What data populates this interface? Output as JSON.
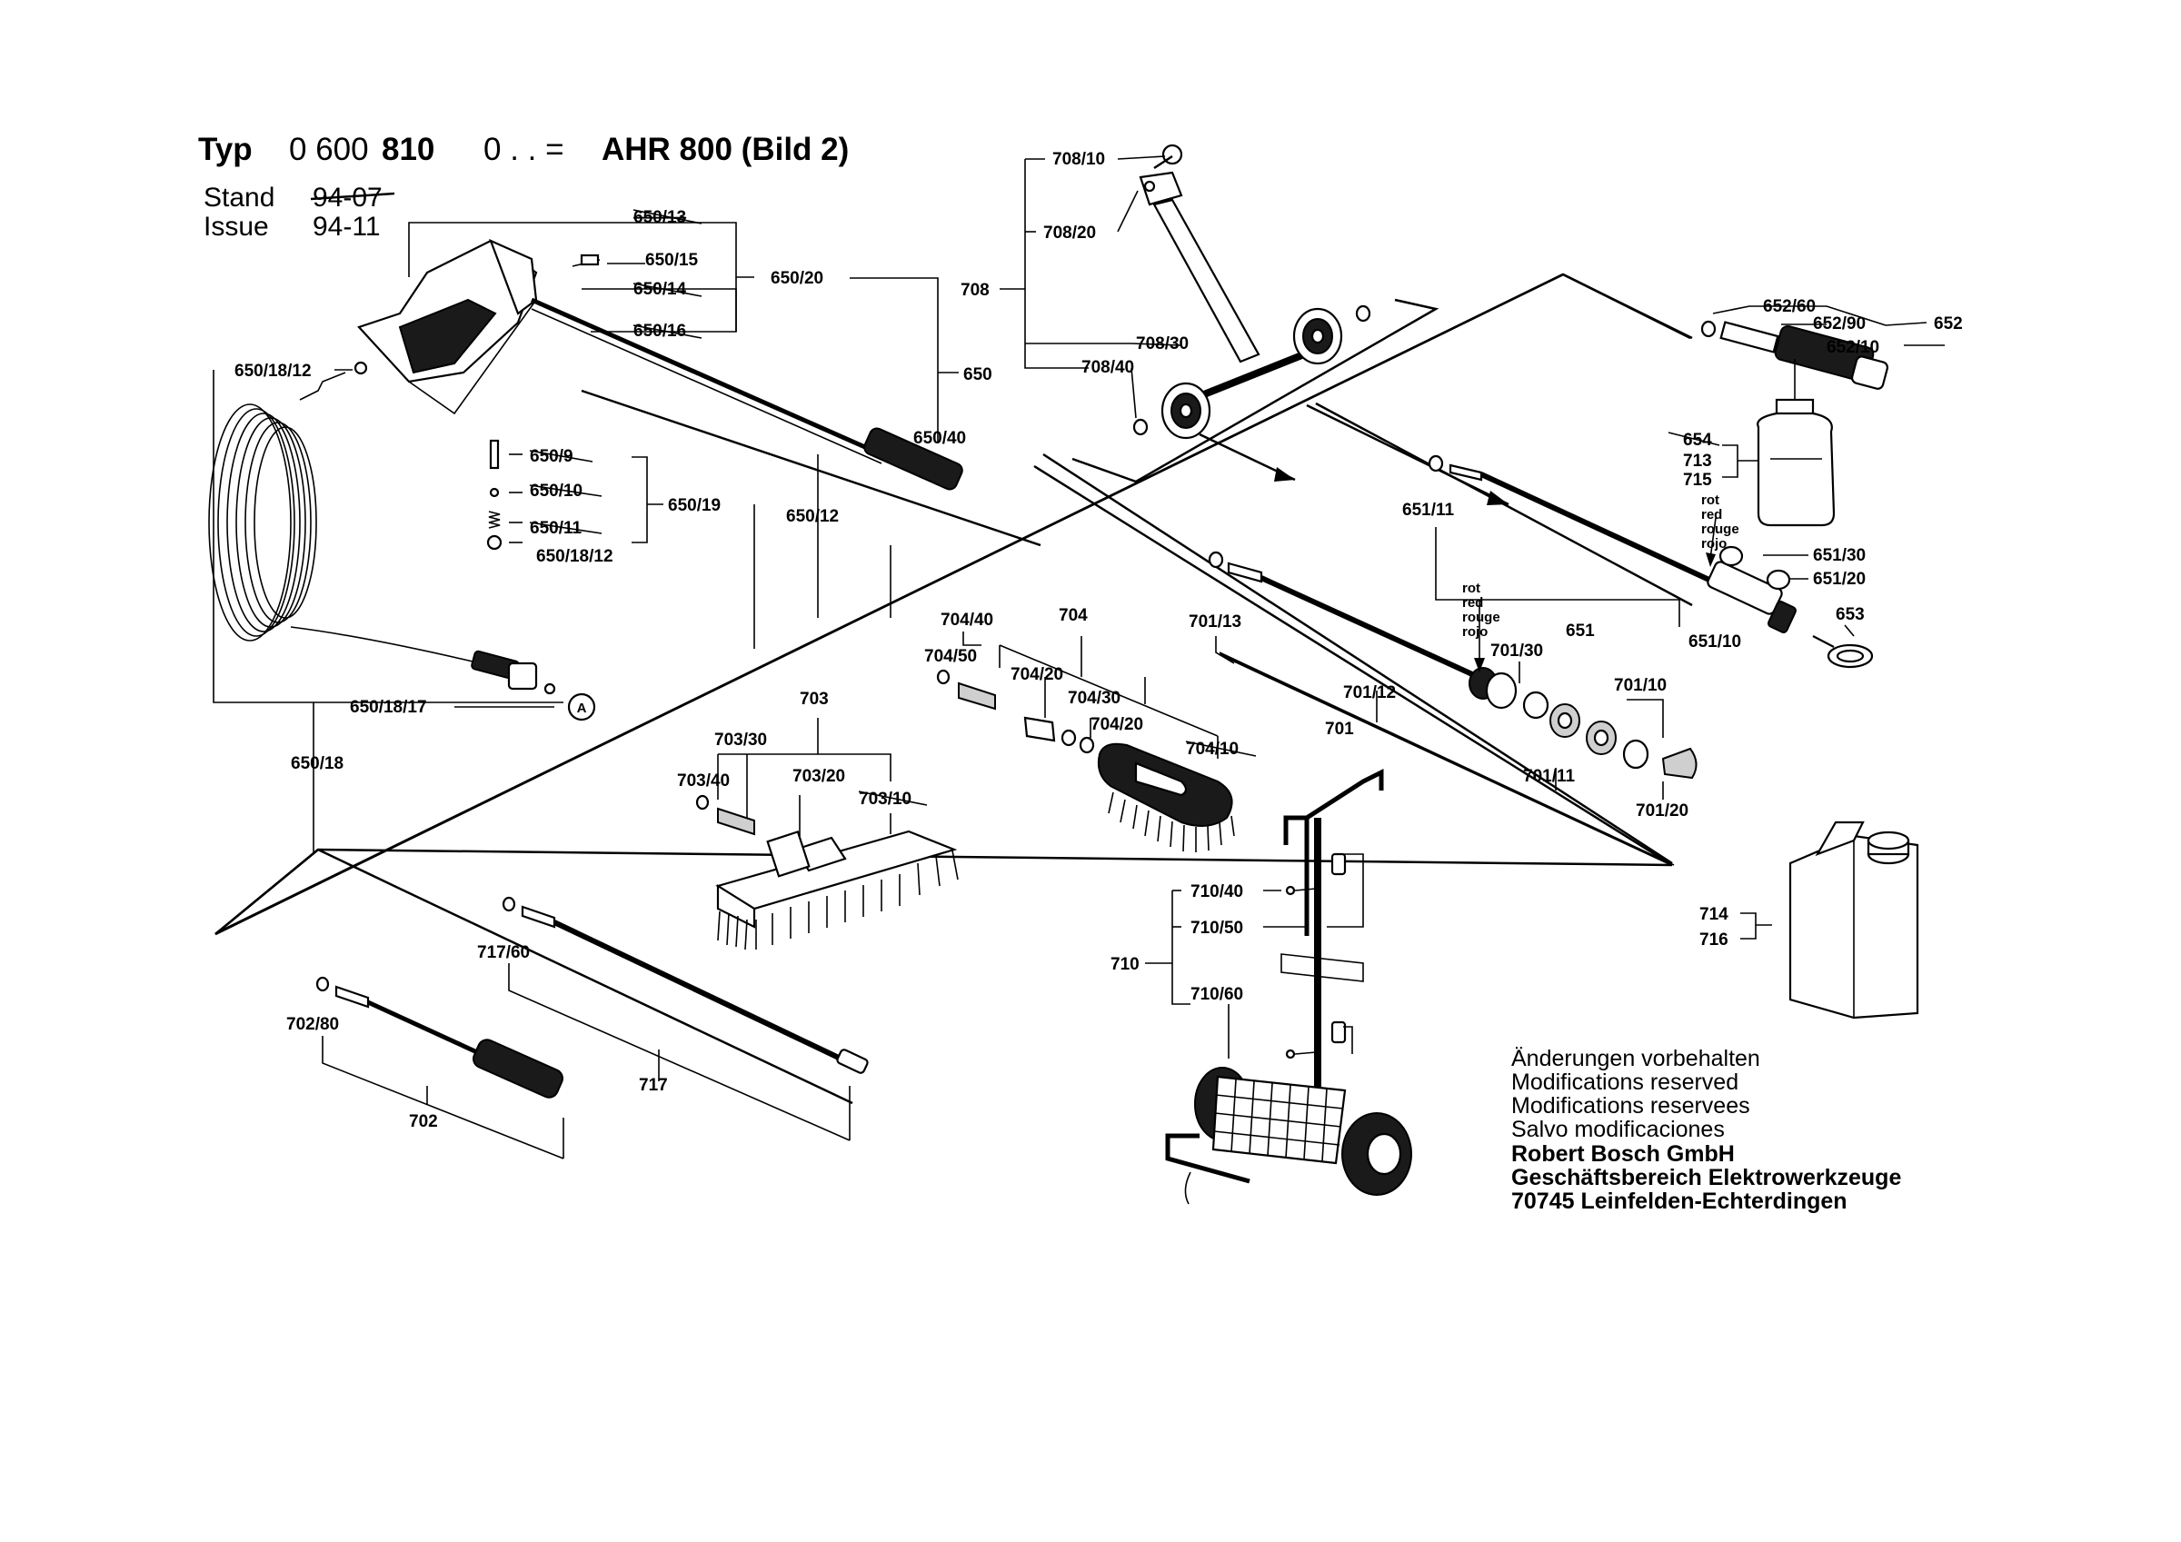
{
  "header": {
    "typ_prefix": "Typ",
    "typ_number_a": "0 600",
    "typ_number_b": "810",
    "typ_number_c": "0 . . =",
    "model": "AHR 800 (Bild 2)",
    "stand_label": "Stand",
    "stand_value": "94-07",
    "issue_label": "Issue",
    "issue_value": "94-11"
  },
  "notice": {
    "de": "Änderungen vorbehalten",
    "en": "Modifications reserved",
    "fr": "Modifications reservees",
    "es": "Salvo modificaciones",
    "company": "Robert Bosch GmbH",
    "division": "Geschäftsbereich Elektrowerkzeuge",
    "address": "70745 Leinfelden-Echterdingen"
  },
  "callouts": {
    "c650_13": "650/13",
    "c650_15": "650/15",
    "c650_14": "650/14",
    "c650_16": "650/16",
    "c650_20": "650/20",
    "c650": "650",
    "c650_40": "650/40",
    "c650_12": "650/12",
    "c650_19": "650/19",
    "c650_9": "650/9",
    "c650_10": "650/10",
    "c650_11": "650/11",
    "c650_18_12a": "650/18/12",
    "c650_18_12b": "650/18/12",
    "c650_18_17": "650/18/17",
    "c650_18": "650/18",
    "connector_a": "A",
    "c708_10": "708/10",
    "c708_20": "708/20",
    "c708": "708",
    "c708_30": "708/30",
    "c708_40": "708/40",
    "c652_60": "652/60",
    "c652_90": "652/90",
    "c652": "652",
    "c652_10": "652/10",
    "c654": "654",
    "c713": "713",
    "c715": "715",
    "color_rot_a": "rot",
    "color_red_a": "red",
    "color_rouge_a": "rouge",
    "color_rojo_a": "rojo",
    "color_rot_b": "rot",
    "color_red_b": "red",
    "color_rouge_b": "rouge",
    "color_rojo_b": "rojo",
    "c651_11": "651/11",
    "c651_30": "651/30",
    "c651_20": "651/20",
    "c653": "653",
    "c651": "651",
    "c651_10": "651/10",
    "c701_13": "701/13",
    "c701_30": "701/30",
    "c701_12": "701/12",
    "c701": "701",
    "c701_10": "701/10",
    "c701_11": "701/11",
    "c701_20": "701/20",
    "c704_40": "704/40",
    "c704": "704",
    "c704_50": "704/50",
    "c704_20a": "704/20",
    "c704_30": "704/30",
    "c704_20b": "704/20",
    "c704_10": "704/10",
    "c703": "703",
    "c703_30": "703/30",
    "c703_40": "703/40",
    "c703_20": "703/20",
    "c703_10": "703/10",
    "c710_40": "710/40",
    "c710_50": "710/50",
    "c710": "710",
    "c710_60": "710/60",
    "c714": "714",
    "c716": "716",
    "c717_60": "717/60",
    "c717": "717",
    "c702_80": "702/80",
    "c702": "702"
  }
}
